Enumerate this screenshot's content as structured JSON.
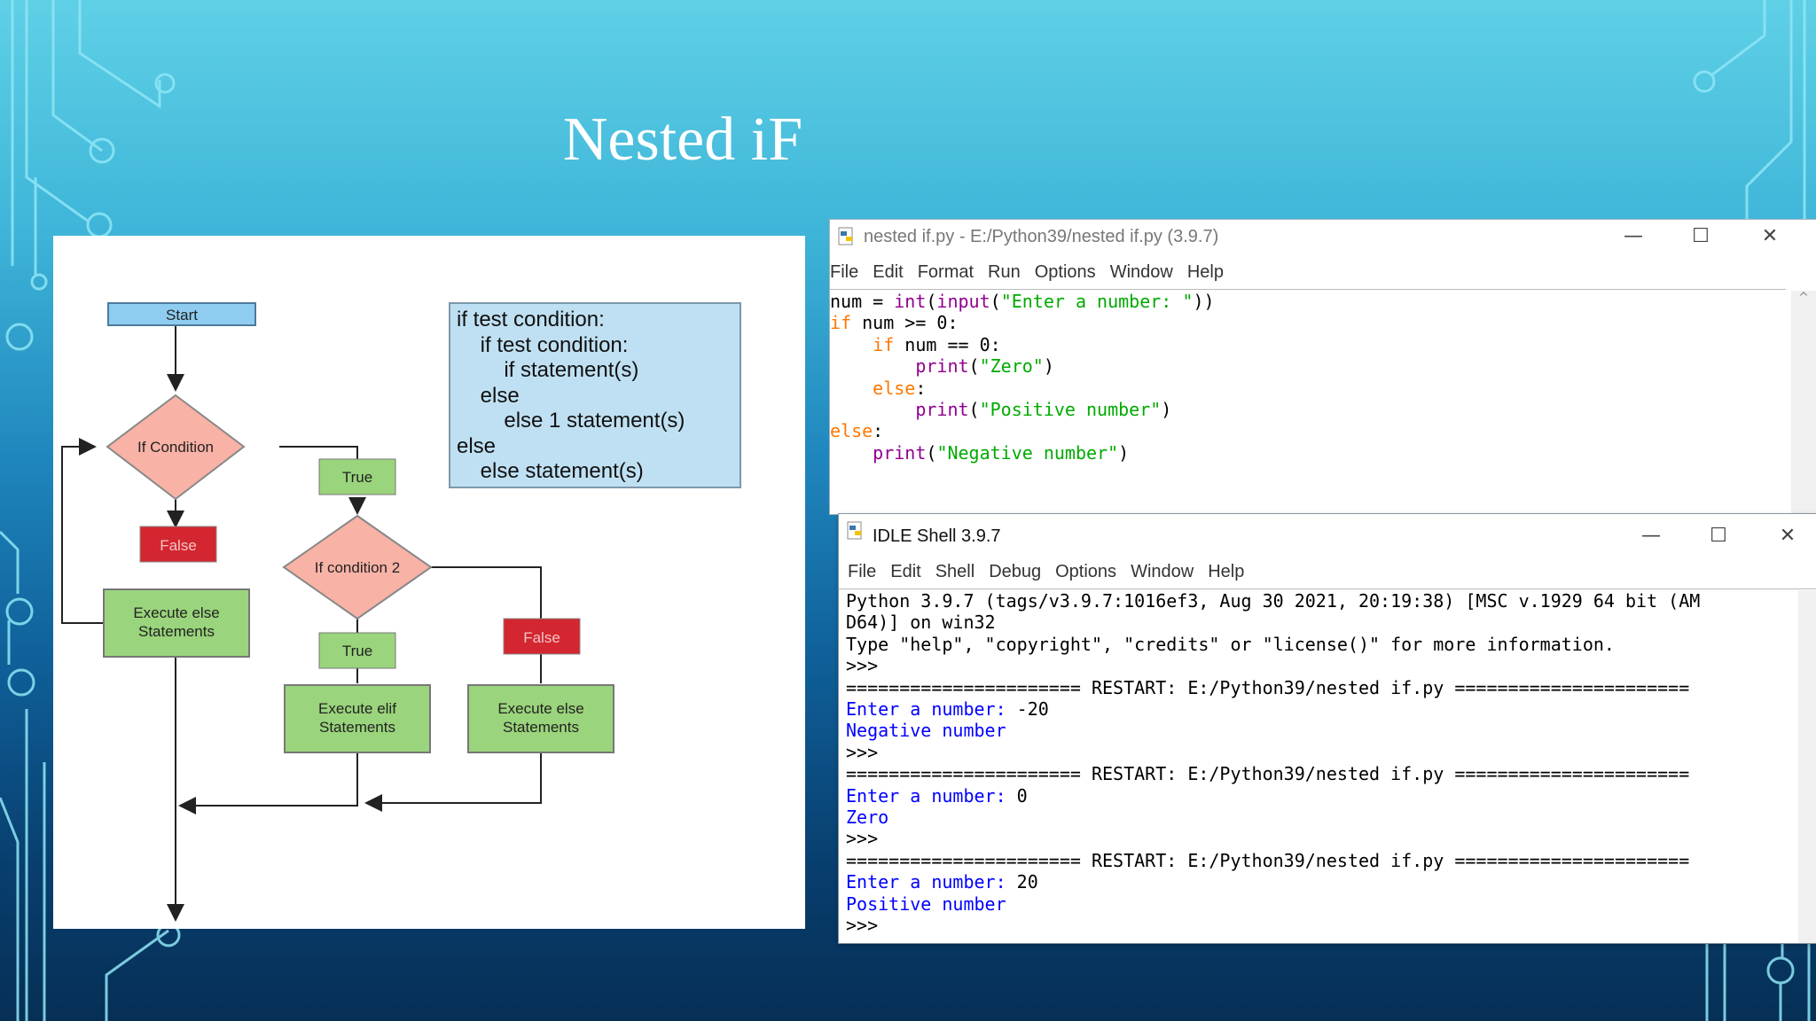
{
  "slide": {
    "title": "Nested iF"
  },
  "flowchart": {
    "start": "Start",
    "if_condition": "If Condition",
    "true_1": "True",
    "false_1": "False",
    "execute_else_1": [
      "Execute else",
      "Statements"
    ],
    "if_condition_2": "If condition 2",
    "true_2": "True",
    "false_2": "False",
    "execute_elif": [
      "Execute elif",
      "Statements"
    ],
    "execute_else_2": [
      "Execute else",
      "Statements"
    ],
    "pseudocode": [
      "if test condition:",
      "    if test condition:",
      "        if statement(s)",
      "    else",
      "        else 1 statement(s)",
      "else",
      "    else statement(s)"
    ]
  },
  "editor": {
    "title": "nested if.py - E:/Python39/nested if.py (3.9.7)",
    "menu": [
      "File",
      "Edit",
      "Format",
      "Run",
      "Options",
      "Window",
      "Help"
    ],
    "lines": [
      [
        {
          "t": "num = ",
          "c": ""
        },
        {
          "t": "int",
          "c": "bi"
        },
        {
          "t": "(",
          "c": ""
        },
        {
          "t": "input",
          "c": "bi"
        },
        {
          "t": "(",
          "c": ""
        },
        {
          "t": "\"Enter a number: \"",
          "c": "str"
        },
        {
          "t": "))",
          "c": ""
        }
      ],
      [
        {
          "t": "if",
          "c": "kw"
        },
        {
          "t": " num >= 0:",
          "c": ""
        }
      ],
      [
        {
          "t": "    ",
          "c": ""
        },
        {
          "t": "if",
          "c": "kw"
        },
        {
          "t": " num == 0:",
          "c": ""
        }
      ],
      [
        {
          "t": "        ",
          "c": ""
        },
        {
          "t": "print",
          "c": "bi"
        },
        {
          "t": "(",
          "c": ""
        },
        {
          "t": "\"Zero\"",
          "c": "str"
        },
        {
          "t": ")",
          "c": ""
        }
      ],
      [
        {
          "t": "    ",
          "c": ""
        },
        {
          "t": "else",
          "c": "kw"
        },
        {
          "t": ":",
          "c": ""
        }
      ],
      [
        {
          "t": "        ",
          "c": ""
        },
        {
          "t": "print",
          "c": "bi"
        },
        {
          "t": "(",
          "c": ""
        },
        {
          "t": "\"Positive number\"",
          "c": "str"
        },
        {
          "t": ")",
          "c": ""
        }
      ],
      [
        {
          "t": "else",
          "c": "kw"
        },
        {
          "t": ":",
          "c": ""
        }
      ],
      [
        {
          "t": "    ",
          "c": ""
        },
        {
          "t": "print",
          "c": "bi"
        },
        {
          "t": "(",
          "c": ""
        },
        {
          "t": "\"Negative number\"",
          "c": "str"
        },
        {
          "t": ")",
          "c": ""
        }
      ]
    ]
  },
  "shell": {
    "title": "IDLE Shell 3.9.7",
    "menu": [
      "File",
      "Edit",
      "Shell",
      "Debug",
      "Options",
      "Window",
      "Help"
    ],
    "lines": [
      [
        {
          "t": "Python 3.9.7 (tags/v3.9.7:1016ef3, Aug 30 2021, 20:19:38) [MSC v.1929 64 bit (AM",
          "c": ""
        }
      ],
      [
        {
          "t": "D64)] on win32",
          "c": ""
        }
      ],
      [
        {
          "t": "Type \"help\", \"copyright\", \"credits\" or \"license()\" for more information.",
          "c": ""
        }
      ],
      [
        {
          "t": ">>> ",
          "c": ""
        }
      ],
      [
        {
          "t": "====================== RESTART: E:/Python39/nested if.py ======================",
          "c": ""
        }
      ],
      [
        {
          "t": "Enter a number: ",
          "c": "out"
        },
        {
          "t": "-20",
          "c": ""
        }
      ],
      [
        {
          "t": "Negative number",
          "c": "out"
        }
      ],
      [
        {
          "t": ">>> ",
          "c": ""
        }
      ],
      [
        {
          "t": "====================== RESTART: E:/Python39/nested if.py ======================",
          "c": ""
        }
      ],
      [
        {
          "t": "Enter a number: ",
          "c": "out"
        },
        {
          "t": "0",
          "c": ""
        }
      ],
      [
        {
          "t": "Zero",
          "c": "out"
        }
      ],
      [
        {
          "t": ">>> ",
          "c": ""
        }
      ],
      [
        {
          "t": "====================== RESTART: E:/Python39/nested if.py ======================",
          "c": ""
        }
      ],
      [
        {
          "t": "Enter a number: ",
          "c": "out"
        },
        {
          "t": "20",
          "c": ""
        }
      ],
      [
        {
          "t": "Positive number",
          "c": "out"
        }
      ],
      [
        {
          "t": ">>> ",
          "c": ""
        }
      ]
    ]
  }
}
